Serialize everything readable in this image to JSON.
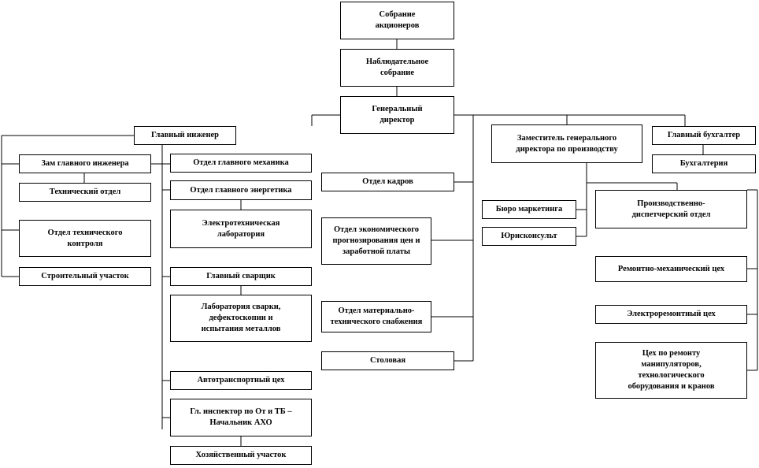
{
  "org_chart": {
    "shareholders_meeting": "Собрание\nакционеров",
    "supervisory_board": "Наблюдательное\nсобрание",
    "general_director": "Генеральный\nдиректор",
    "chief_engineer": "Главный инженер",
    "deputy_chief_engineer": "Зам главного инженера",
    "technical_department": "Технический отдел",
    "technical_control_department": "Отдел технического\nконтроля",
    "construction_site": "Строительный участок",
    "chief_mechanic_department": "Отдел главного механика",
    "chief_power_engineer_department": "Отдел главного энергетика",
    "electrical_laboratory": "Электротехническая\nлаборатория",
    "chief_welder": "Главный сварщик",
    "welding_laboratory": "Лаборатория сварки,\nдефектоскопии и\nиспытания металлов",
    "motor_transport_shop": "Автотранспортный цех",
    "chief_inspector": "Гл. инспектор по От и ТБ –\nНачальник АХО",
    "household_site": "Хозяйственный участок",
    "hr_department": "Отдел кадров",
    "economic_planning_department": "Отдел экономического\nпрогнозирования цен и\nзаработной платы",
    "logistics_department": "Отдел материально-\nтехнического снабжения",
    "canteen": "Столовая",
    "deputy_general_director_production": "Заместитель генерального\nдиректора по производству",
    "marketing_bureau": "Бюро маркетинга",
    "legal_advisor": "Юрисконсульт",
    "chief_accountant": "Главный бухгалтер",
    "accounting": "Бухгалтерия",
    "production_dispatch_department": "Производственно-\nдиспетчерский отдел",
    "repair_mechanical_shop": "Ремонтно-механический цех",
    "electrical_repair_shop": "Электроремонтный цех",
    "manipulator_repair_shop": "Цех по ремонту\nманипуляторов,\nтехнологического\nоборудования и кранов"
  }
}
